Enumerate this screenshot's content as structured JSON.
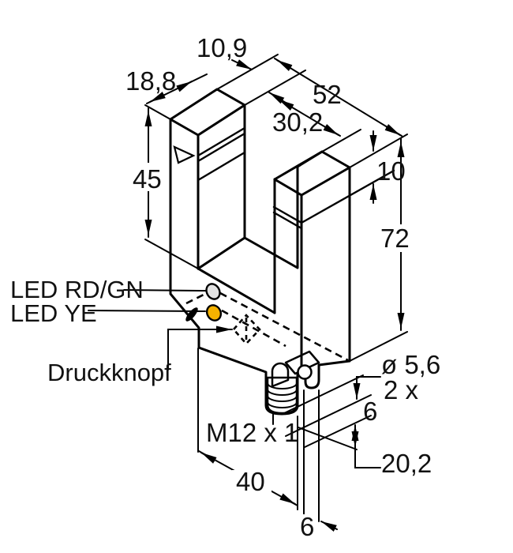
{
  "drawing": {
    "type": "technical-dimension-drawing",
    "subject": "fork-slot-sensor with M12 connector",
    "units": "mm"
  },
  "colors": {
    "body_gray": "#9c9c9c",
    "connector_gray": "#ededed",
    "led_white": "#e2e2e2",
    "led_yellow": "#f5b200",
    "outline": "#000000"
  },
  "labels": {
    "dim_prong_width": "10,9",
    "dim_depth": "18,8",
    "dim_total_width": "52",
    "dim_slot_width": "30,2",
    "dim_slot_depth": "45",
    "dim_beam_offset": "10",
    "dim_total_height": "72",
    "led_rd_gn": "LED RD/GN",
    "led_ye": "LED YE",
    "pushbutton": "Druckknopf",
    "dim_hole_dia": "ø 5,6",
    "dim_hole_count": "2 x",
    "dim_hole_offset": "6",
    "dim_hole_spacing": "20,2",
    "thread_spec": "M12 x 1",
    "dim_mount_distance": "40",
    "dim_bottom_offset": "6"
  }
}
